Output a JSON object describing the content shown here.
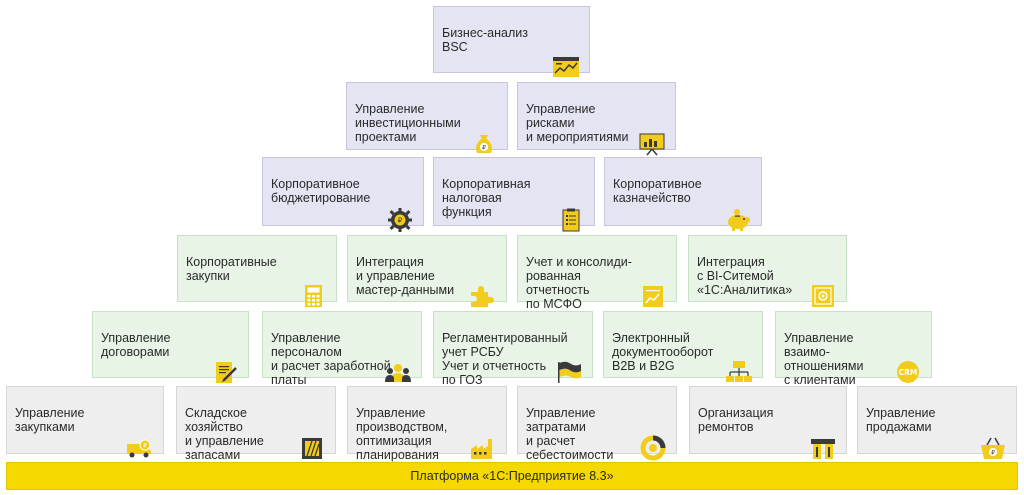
{
  "tiles": {
    "bsc": "Бизнес-анализ\nBSC",
    "invest": "Управление\nинвестиционными\nпроектами",
    "risks": "Управление\nрисками\nи мероприятиями",
    "budget": "Корпоративное\nбюджетирование",
    "tax": "Корпоративная\nналоговая\nфункция",
    "treasury": "Корпоративное\nказначейство",
    "purchasing": "Корпоративные\nзакупки",
    "mdm": "Интеграция\nи управление\nмастер-данными",
    "ifrs": "Учет и консолиди-\nрованная\nотчетность\nпо МСФО",
    "bi": "Интеграция\nс BI-Ситемой\n«1С:Аналитика»",
    "contracts": "Управление\nдоговорами",
    "hr": "Управление персоналом\nи расчет заработной\nплаты",
    "rsbu": "Регламентированный\nучет РСБУ\nУчет и отчетность\nпо ГОЗ",
    "edo": "Электронный\nдокументооборот\nB2B и B2G",
    "crm": "Управление\nвзаимо-\nотношениями\nс клиентами",
    "procurement": "Управление\nзакупками",
    "warehouse": "Складское\nхозяйство\nи управление\nзапасами",
    "production": "Управление\nпроизводством,\nоптимизация\nпланирования",
    "costs": "Управление\nзатратами\nи расчет\nсебестоимости",
    "repairs": "Организация\nремонтов",
    "sales": "Управление\nпродажами"
  },
  "icons": {
    "crm_label": "CRM"
  },
  "platform": "Платформа «1С:Предприятие 8.3»",
  "colors": {
    "accent": "#f5d800",
    "icon": "#e8c200",
    "dark": "#3a3a3a"
  }
}
